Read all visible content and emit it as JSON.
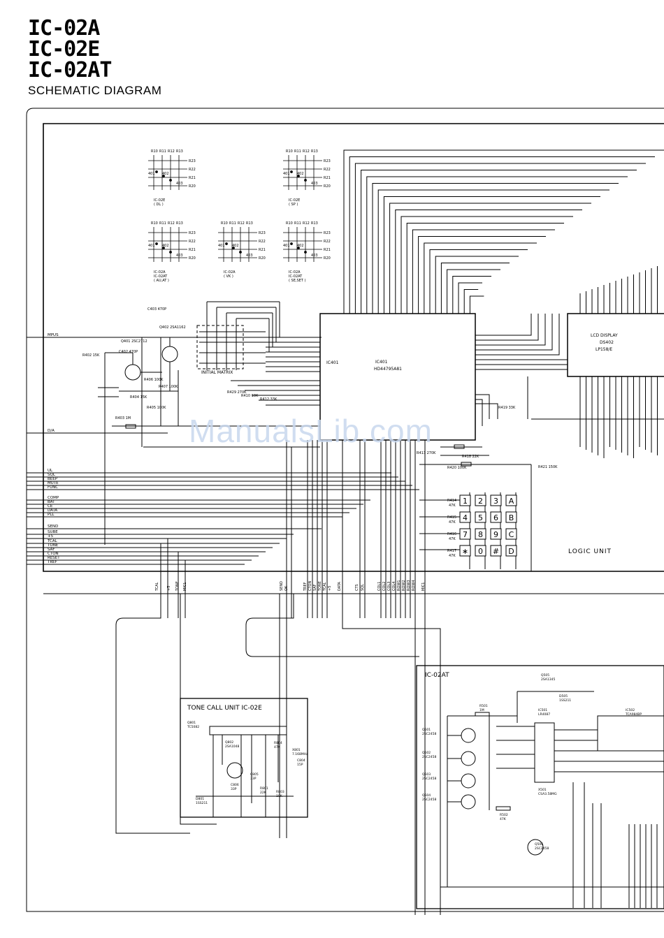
{
  "title": {
    "models": [
      "IC-02A",
      "IC-02E",
      "IC-02AT"
    ],
    "subtitle": "SCHEMATIC  DIAGRAM"
  },
  "watermark": "ManualsLib.com",
  "matrices": [
    {
      "variant": "IC-02E",
      "option": "( DL )"
    },
    {
      "variant": "IC-02E",
      "option": "( SP )"
    },
    {
      "variant": "IC-02A\nIC-02AT",
      "option": "( AU,AT )"
    },
    {
      "variant": "IC-02A",
      "option": "( VK )"
    },
    {
      "variant": "IC-02A\nIC-02AT",
      "option": "( SE,SET )"
    }
  ],
  "matrix_labels": {
    "cols": [
      "R10",
      "R11",
      "R12",
      "R13"
    ],
    "rows": [
      "R23",
      "R22",
      "R21",
      "R20"
    ],
    "diodes": [
      "401",
      "402",
      "403"
    ],
    "initial": "INITIAL MATRIX"
  },
  "ic401": {
    "ref": "IC401",
    "part": "HD44795A81"
  },
  "lcd": {
    "title": "LCD  DISPLAY",
    "ref": "DS402",
    "part": "LP158/E"
  },
  "logic_unit": "LOGIC  UNIT",
  "left_signals": [
    "MPUS",
    "D/A",
    "UL",
    "SQL",
    "BEEP",
    "MUTE",
    "FUNC",
    "COMP",
    "BAT",
    "CE",
    "DATA",
    "PLL",
    "SEND",
    "SUBE",
    "+5",
    "TCAL",
    "TONE",
    "SAF",
    "CTON",
    "RESET",
    "TREF"
  ],
  "keypad": [
    [
      "1",
      "2",
      "3",
      "A"
    ],
    [
      "4",
      "5",
      "6",
      "B"
    ],
    [
      "7",
      "8",
      "9",
      "C"
    ],
    [
      "∗",
      "0",
      "#",
      "D"
    ]
  ],
  "keypad_resistors": [
    {
      "ref": "R414",
      "value": "47K"
    },
    {
      "ref": "R415",
      "value": "47K"
    },
    {
      "ref": "R416",
      "value": "47K"
    },
    {
      "ref": "R417",
      "value": "47K"
    }
  ],
  "components": [
    {
      "ref": "Q401",
      "part": "2SC2712"
    },
    {
      "ref": "Q402",
      "part": "2SA1162"
    },
    {
      "ref": "R402",
      "value": "15K"
    },
    {
      "ref": "R403",
      "value": "1M"
    },
    {
      "ref": "R404",
      "value": "15K"
    },
    {
      "ref": "R405",
      "value": "100K"
    },
    {
      "ref": "R406",
      "value": "100K"
    },
    {
      "ref": "R407",
      "value": "100K"
    },
    {
      "ref": "C402",
      "value": "470P"
    },
    {
      "ref": "C403",
      "value": "470P"
    },
    {
      "ref": "R418",
      "value": "22K"
    },
    {
      "ref": "R419",
      "value": "33K"
    },
    {
      "ref": "R420",
      "value": "100K"
    },
    {
      "ref": "R421",
      "value": "150K"
    },
    {
      "ref": "R413",
      "value": "270K"
    },
    {
      "ref": "R429",
      "value": "270K"
    },
    {
      "ref": "R410",
      "value": "10K"
    },
    {
      "ref": "R412",
      "value": "33K"
    }
  ],
  "tone_unit": {
    "title": "TONE CALL  UNIT   IC-02E",
    "parts": [
      "Q801",
      "TC5082",
      "Q802",
      "2SA1048",
      "D801",
      "1SS211",
      "C805",
      "33P",
      "C806",
      "33P",
      "R801",
      "22K",
      "R803",
      "10K",
      "R804",
      "47K",
      "X801",
      "7.168MHz",
      "C804",
      "15P"
    ]
  },
  "at_unit": {
    "title": "IC-02AT",
    "parts": [
      "Q501",
      "2SC2458",
      "Q502",
      "2SC2458",
      "Q503",
      "2SC2458",
      "Q504",
      "2SC2458",
      "Q505",
      "2SA1345",
      "Q506",
      "2SC2458",
      "IC501",
      "LR4087",
      "IC502",
      "TCA984BP",
      "X501",
      "CSA3.58MG",
      "R501",
      "1M",
      "R502",
      "47K",
      "D505",
      "1SS211"
    ]
  },
  "bottom_bus": [
    "TCAL",
    "+5",
    "TONE",
    "MIC1",
    "SEND",
    "OK",
    "TREF",
    "CTON",
    "SAF",
    "TONE",
    "TCAL",
    "+5",
    "DATA",
    "CTS",
    "SQL",
    "COL1",
    "COL2",
    "COL3",
    "COL4",
    "ROW1",
    "ROW2",
    "ROW3",
    "ROW4",
    "MIC1"
  ]
}
